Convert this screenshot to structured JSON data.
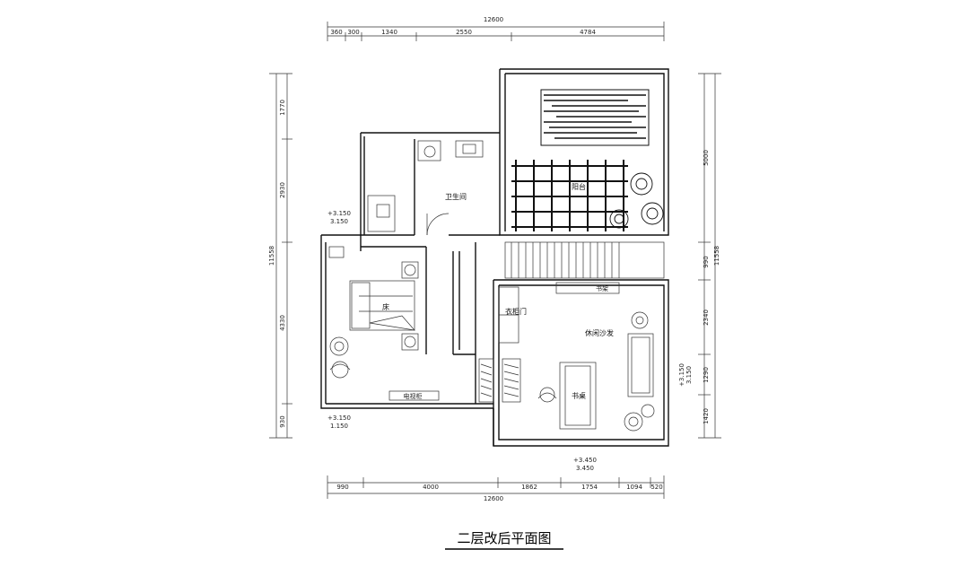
{
  "title": "二层改后平面图",
  "dims_top": {
    "total": "12600",
    "segments": [
      "360",
      "300",
      "1340",
      "2550",
      "4784"
    ]
  },
  "dims_bottom": {
    "total": "12600",
    "segments": [
      "990",
      "4000",
      "1862",
      "1754",
      "1094",
      "520"
    ]
  },
  "dims_left": {
    "total": "11558",
    "segments": [
      "1770",
      "2930",
      "4330",
      "930"
    ]
  },
  "dims_right": {
    "total": "11558",
    "segments": [
      "5000",
      "990",
      "2340",
      "1290",
      "1420"
    ]
  },
  "rooms": {
    "bathroom": "卫生间",
    "lounge": "休闲沙发",
    "closet": "衣柜门",
    "bed": "床",
    "desk": "书桌",
    "terrace": "阳台",
    "cabinet": "电视柜",
    "shelf": "书架"
  },
  "elevations": {
    "e1": "+3.150",
    "e1b": "3.150",
    "e2": "+3.150",
    "e2b": "1.150",
    "e3": "+3.450",
    "e3b": "3.450",
    "e4": "+3.150",
    "e4b": "3.150"
  }
}
